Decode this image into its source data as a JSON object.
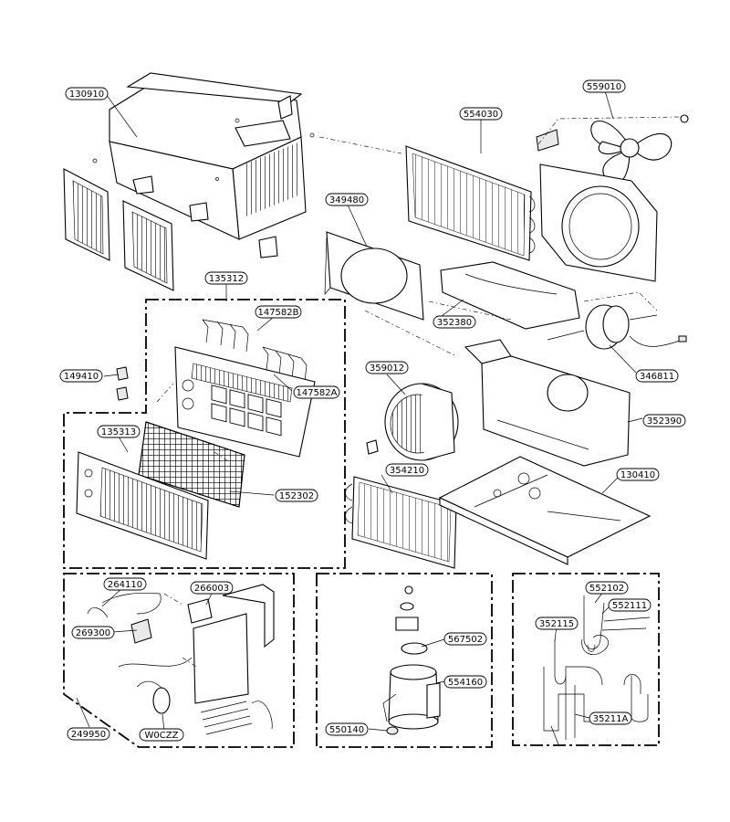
{
  "parts": [
    {
      "id": "p130910",
      "code": "130910"
    },
    {
      "id": "p135312",
      "code": "135312"
    },
    {
      "id": "p147582b",
      "code": "147582B"
    },
    {
      "id": "p147582a",
      "code": "147582A"
    },
    {
      "id": "p149410",
      "code": "149410"
    },
    {
      "id": "p135313",
      "code": "135313"
    },
    {
      "id": "p152302",
      "code": "152302"
    },
    {
      "id": "p554030",
      "code": "554030"
    },
    {
      "id": "p559010",
      "code": "559010"
    },
    {
      "id": "p349480",
      "code": "349480"
    },
    {
      "id": "p352380",
      "code": "352380"
    },
    {
      "id": "p346811",
      "code": "346811"
    },
    {
      "id": "p359012",
      "code": "359012"
    },
    {
      "id": "p352390",
      "code": "352390"
    },
    {
      "id": "p354210",
      "code": "354210"
    },
    {
      "id": "p130410",
      "code": "130410"
    },
    {
      "id": "p264110",
      "code": "264110"
    },
    {
      "id": "p266003",
      "code": "266003"
    },
    {
      "id": "p269300",
      "code": "269300"
    },
    {
      "id": "p249950",
      "code": "249950"
    },
    {
      "id": "p0czz",
      "code": "W0CZZ"
    },
    {
      "id": "p567502",
      "code": "567502"
    },
    {
      "id": "p554160",
      "code": "554160"
    },
    {
      "id": "p550140",
      "code": "550140"
    },
    {
      "id": "p552102",
      "code": "552102"
    },
    {
      "id": "p552111",
      "code": "552111"
    },
    {
      "id": "p352115",
      "code": "352115"
    },
    {
      "id": "p35211a",
      "code": "35211A"
    }
  ]
}
